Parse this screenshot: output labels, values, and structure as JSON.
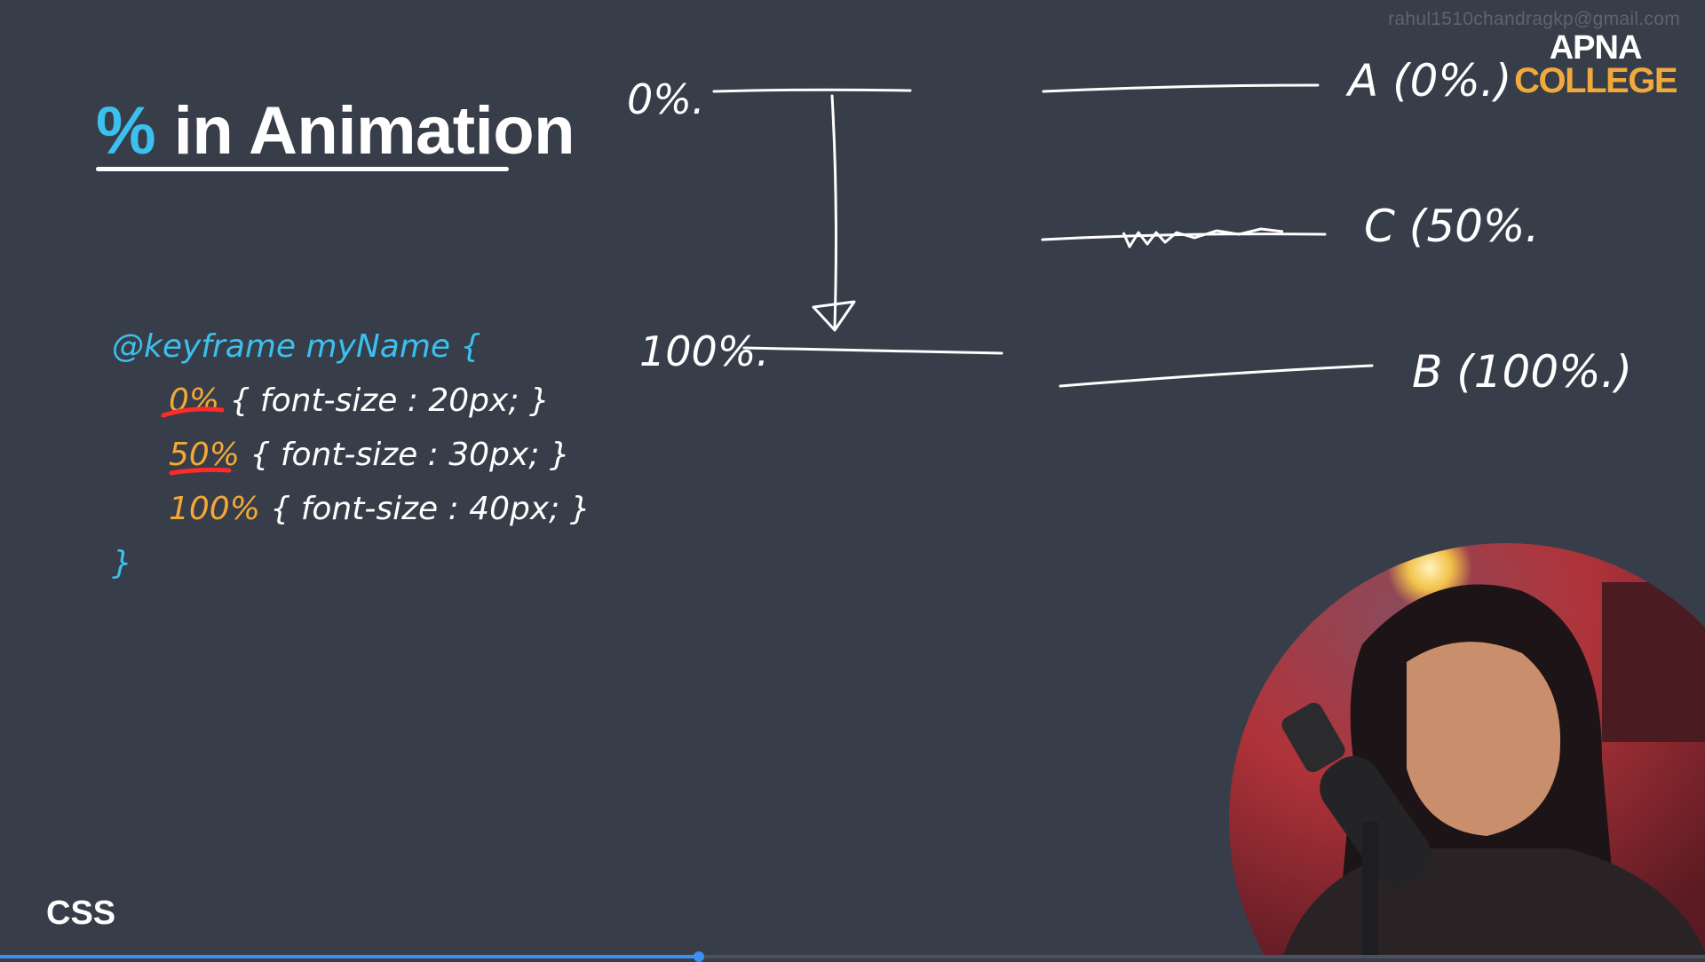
{
  "header": {
    "email": "rahul1510chandragkp@gmail.com",
    "logo_line1": "APNA",
    "logo_line2": "COLLEGE"
  },
  "slide": {
    "title_symbol": "%",
    "title_text": "in Animation",
    "corner_label": "CSS"
  },
  "code": {
    "open": "@keyframe myName {",
    "rules": [
      {
        "percent": "0%",
        "body": "{ font-size : 20px; }"
      },
      {
        "percent": "50%",
        "body": "{ font-size : 30px; }"
      },
      {
        "percent": "100%",
        "body": "{ font-size : 40px; }"
      }
    ],
    "close": "}"
  },
  "handwriting": {
    "start_label": "0%.",
    "end_label": "100%.",
    "a_label": "A (0%.)",
    "c_label": "C (50%.",
    "b_label": "B (100%.)"
  },
  "video": {
    "progress_percent": 41
  },
  "colors": {
    "background": "#373e49",
    "accent_blue": "#3bc0ef",
    "accent_orange": "#f4a836",
    "annotation_red": "#ff2a2a"
  }
}
